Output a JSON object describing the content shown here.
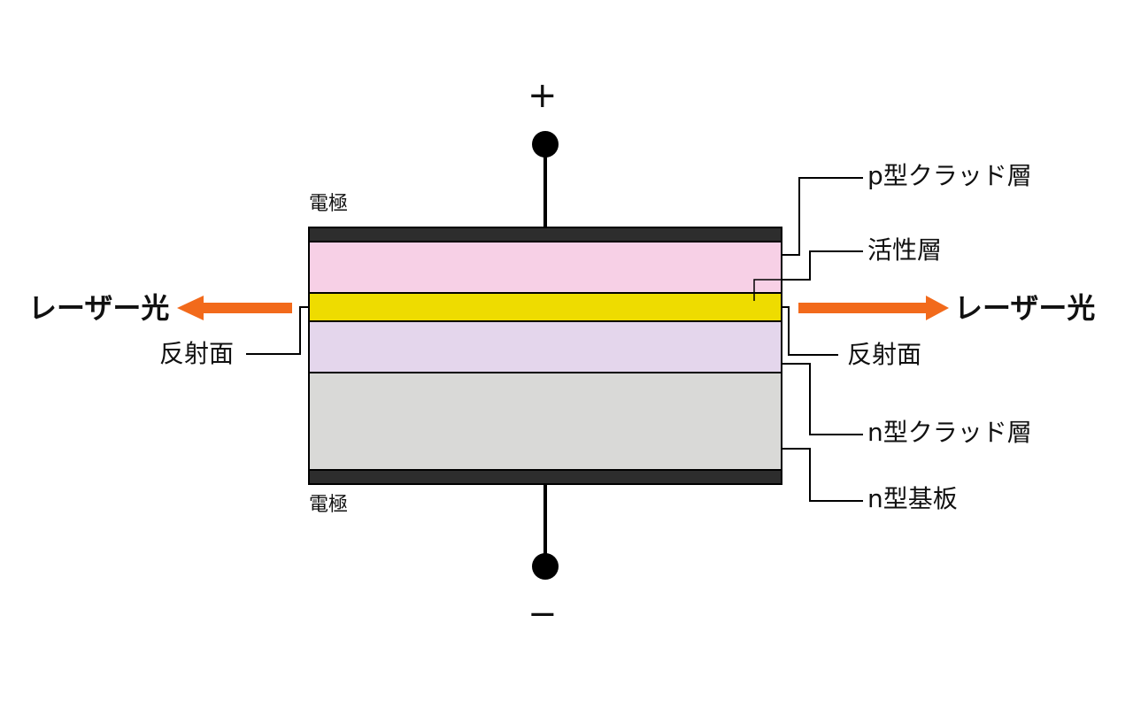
{
  "diagram": {
    "title": "半導体レーザーの構造",
    "terminals": {
      "positive": "+",
      "negative": "−"
    },
    "electrode_top_label": "電極",
    "electrode_bottom_label": "電極",
    "layers": [
      {
        "id": "electrode-top",
        "name": "電極",
        "color": "#2d2d2d"
      },
      {
        "id": "p-clad",
        "name": "p型クラッド層",
        "color": "#f7d0e6"
      },
      {
        "id": "active",
        "name": "活性層",
        "color": "#eedc00"
      },
      {
        "id": "n-clad",
        "name": "n型クラッド層",
        "color": "#e4d6ec"
      },
      {
        "id": "n-substrate",
        "name": "n型基板",
        "color": "#d9d9d7"
      },
      {
        "id": "electrode-bottom",
        "name": "電極",
        "color": "#2d2d2d"
      }
    ],
    "labels": {
      "p_clad": "p型クラッド層",
      "active": "活性層",
      "mirror_right": "反射面",
      "mirror_left": "反射面",
      "n_clad": "n型クラッド層",
      "n_substrate": "n型基板",
      "laser_left": "レーザー光",
      "laser_right": "レーザー光"
    },
    "arrow_color": "#f26a1b"
  }
}
